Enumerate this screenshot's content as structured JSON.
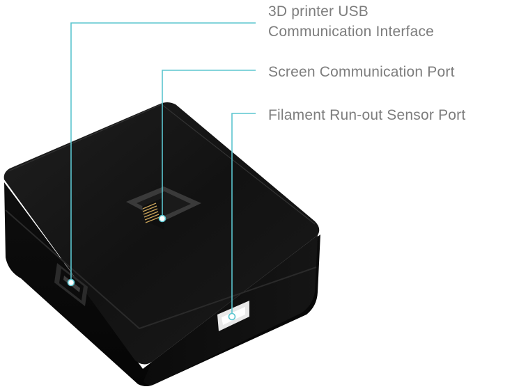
{
  "callouts": {
    "usb": {
      "line1": "3D printer USB",
      "line2": "Communication Interface"
    },
    "screen": {
      "text": "Screen Communication Port"
    },
    "filament": {
      "text": "Filament Run-out Sensor Port"
    }
  },
  "colors": {
    "leader_line": "#5bc5cf",
    "label_text": "#7d7d7d",
    "device_body": "#151515"
  },
  "icons": {
    "device": "black-box-module",
    "usb_port": "usb-port-icon",
    "rj_port": "rj45-port-icon",
    "sensor_port": "sensor-port-icon"
  }
}
